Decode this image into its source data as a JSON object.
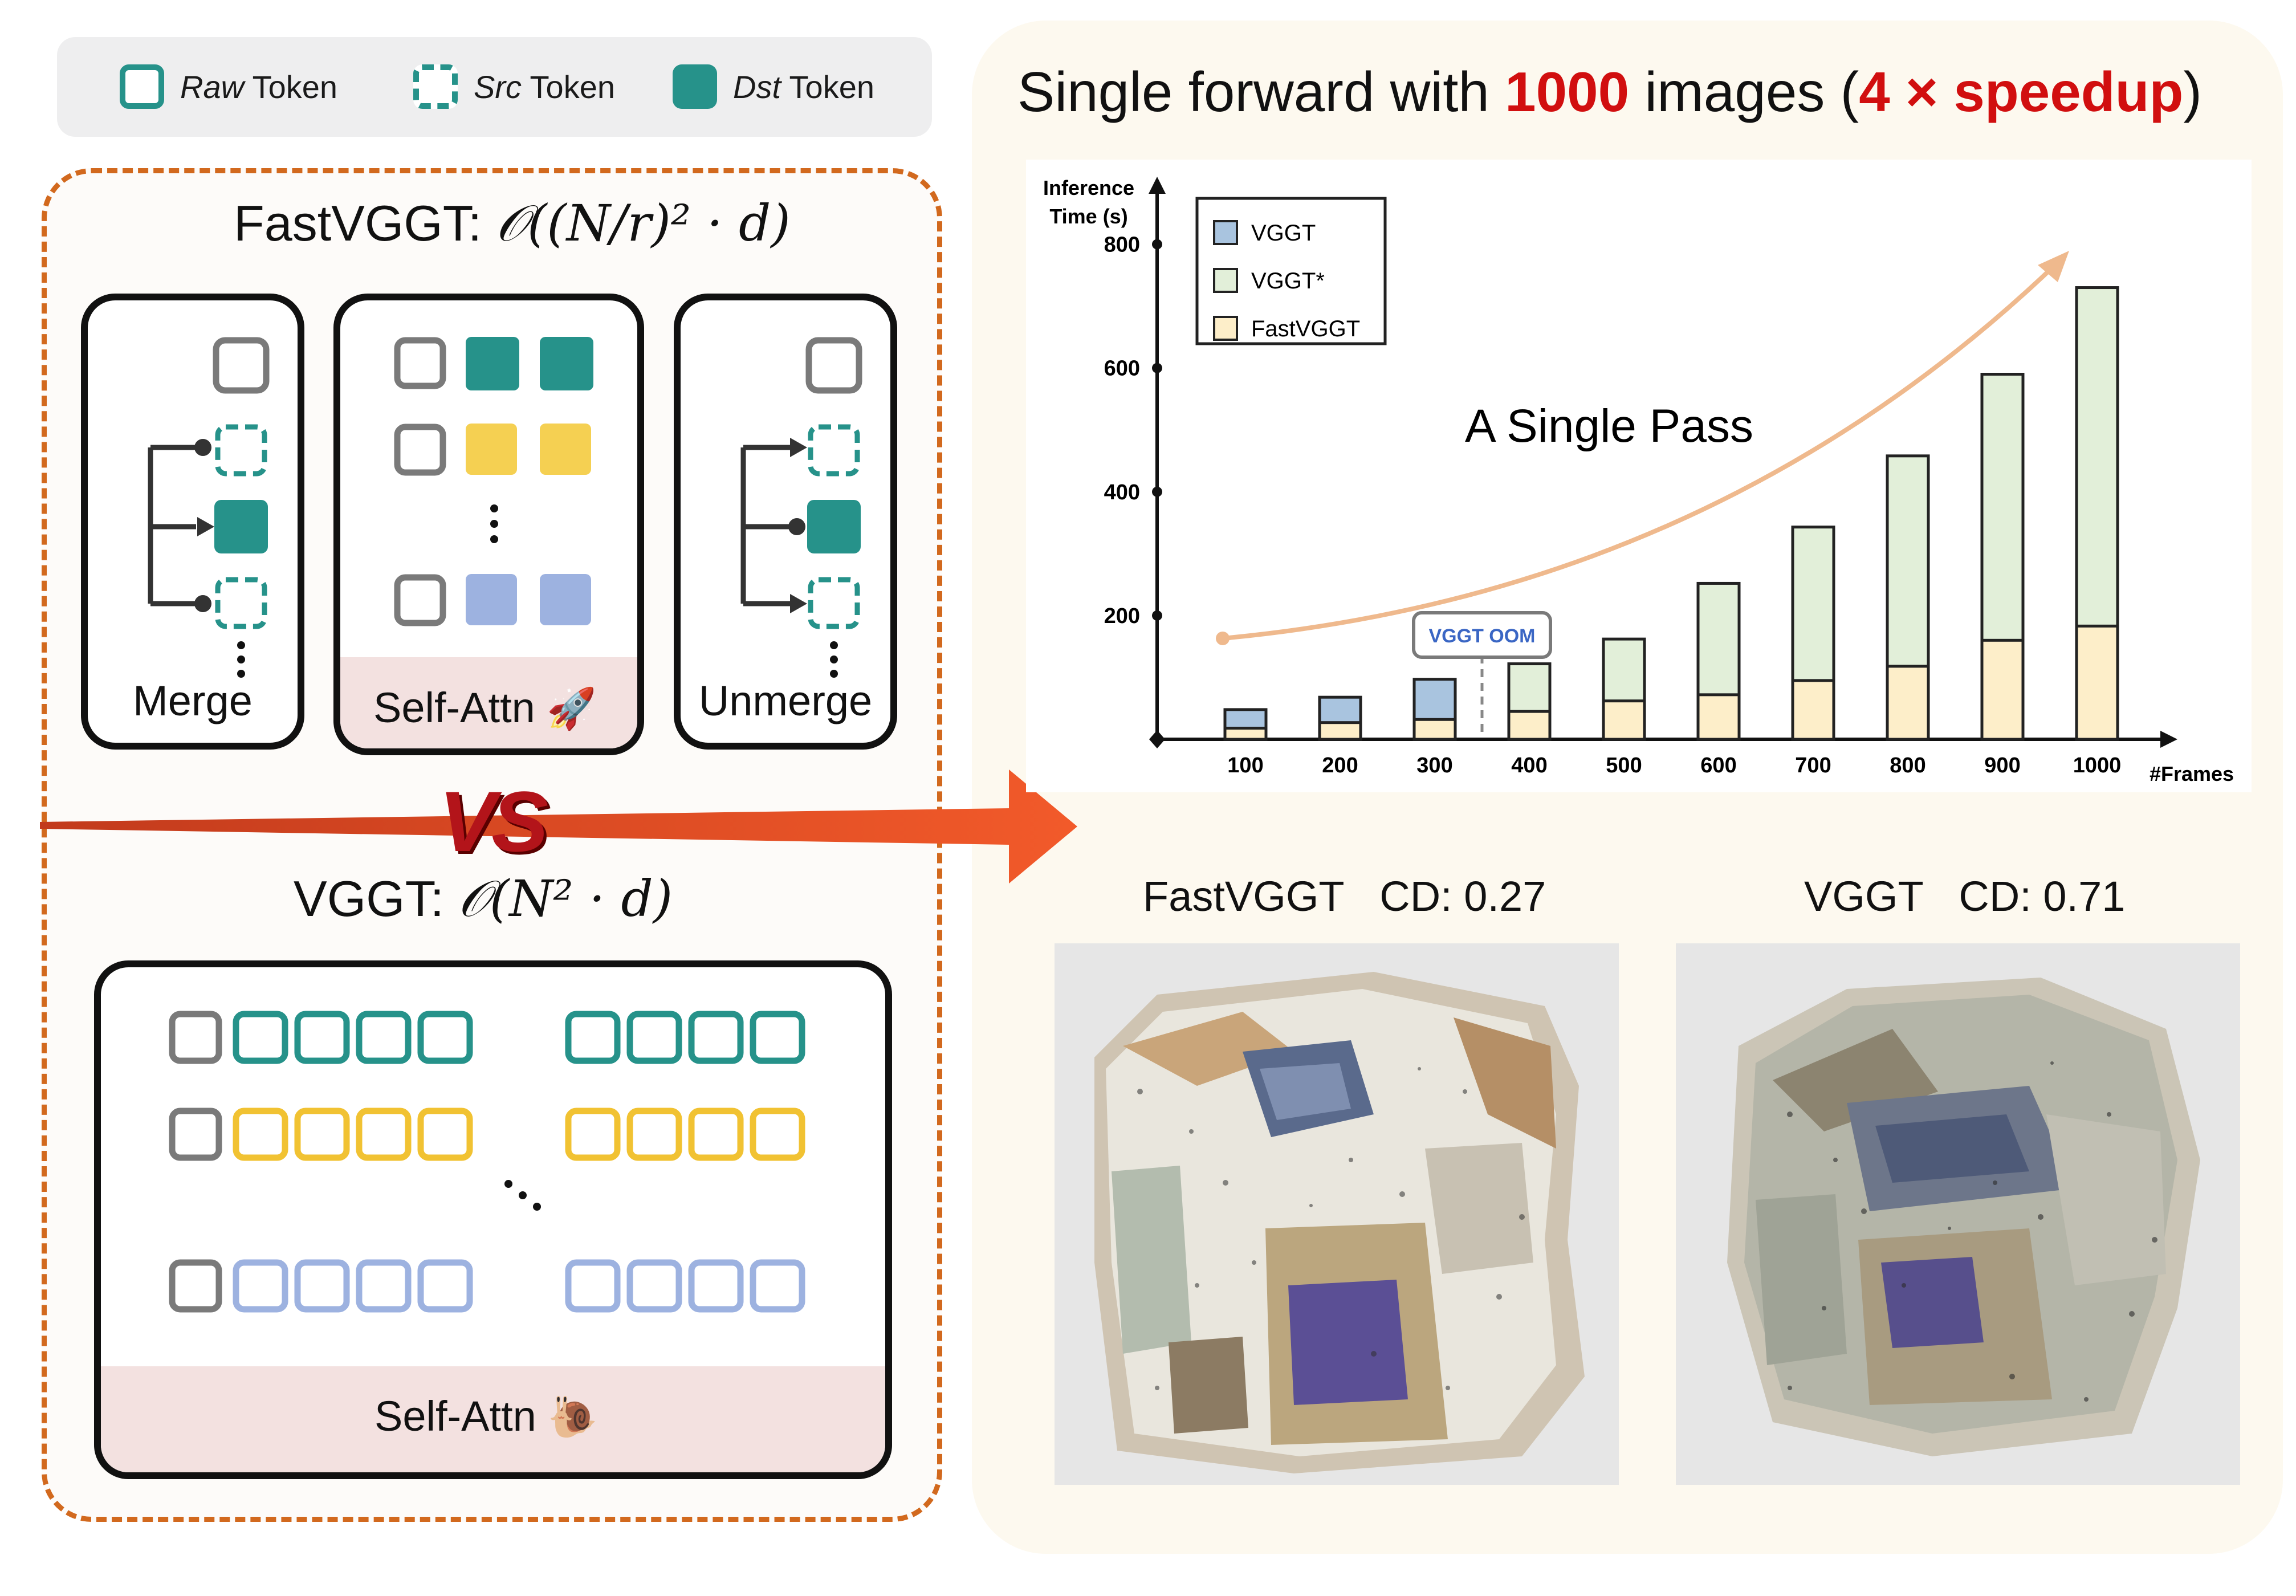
{
  "legend": {
    "raw": {
      "italic": "Raw",
      "rest": " Token"
    },
    "src": {
      "italic": "Src",
      "rest": " Token"
    },
    "dst": {
      "italic": "Dst",
      "rest": " Token"
    }
  },
  "fastvggt": {
    "title_name": "FastVGGT",
    "complexity": "𝒪((N/r)² · d)",
    "merge_label": "Merge",
    "self_attn_label": "Self-Attn",
    "self_attn_emoji": "🚀",
    "unmerge_label": "Unmerge"
  },
  "vs_label": "VS",
  "vggt": {
    "title_name": "VGGT",
    "complexity": "𝒪(N² · d)",
    "self_attn_label": "Self-Attn",
    "self_attn_emoji": "🐌"
  },
  "headline": {
    "part1": "Single forward with ",
    "num": "1000",
    "part2": " images (",
    "speed": "4 × speedup",
    "part3": ")"
  },
  "colors": {
    "teal": "#26928a",
    "gray": "#7a7a7a",
    "yellow": "#f1c232",
    "blue": "#9db2e0",
    "orange_dash": "#d2691e",
    "red_text": "#d10f0f",
    "bar_blue": "#a9c4df",
    "bar_green": "#e2efd9",
    "bar_yellow": "#fdeec9",
    "curve": "#efb98d"
  },
  "chart_data": {
    "type": "bar",
    "ylabel": "Inference Time (s)",
    "xlabel": "#Frames",
    "categories": [
      "100",
      "200",
      "300",
      "400",
      "500",
      "600",
      "700",
      "800",
      "900",
      "1000"
    ],
    "yticks": [
      200,
      400,
      600,
      800
    ],
    "ylim": [
      0,
      900
    ],
    "series": [
      {
        "name": "VGGT",
        "values": [
          48,
          68,
          97,
          null,
          null,
          null,
          null,
          null,
          null,
          null
        ]
      },
      {
        "name": "VGGT*",
        "values": [
          null,
          null,
          null,
          122,
          162,
          252,
          343,
          458,
          590,
          730
        ]
      },
      {
        "name": "FastVGGT",
        "values": [
          18,
          27,
          32,
          45,
          62,
          72,
          95,
          118,
          160,
          183
        ]
      }
    ],
    "legend_position": "top-left",
    "annotations": {
      "oom": "VGGT OOM",
      "pass": "A Single Pass"
    }
  },
  "results": {
    "fast": {
      "name": "FastVGGT",
      "cd": "CD: 0.27"
    },
    "vggt": {
      "name": "VGGT",
      "cd": "CD: 0.71"
    }
  }
}
